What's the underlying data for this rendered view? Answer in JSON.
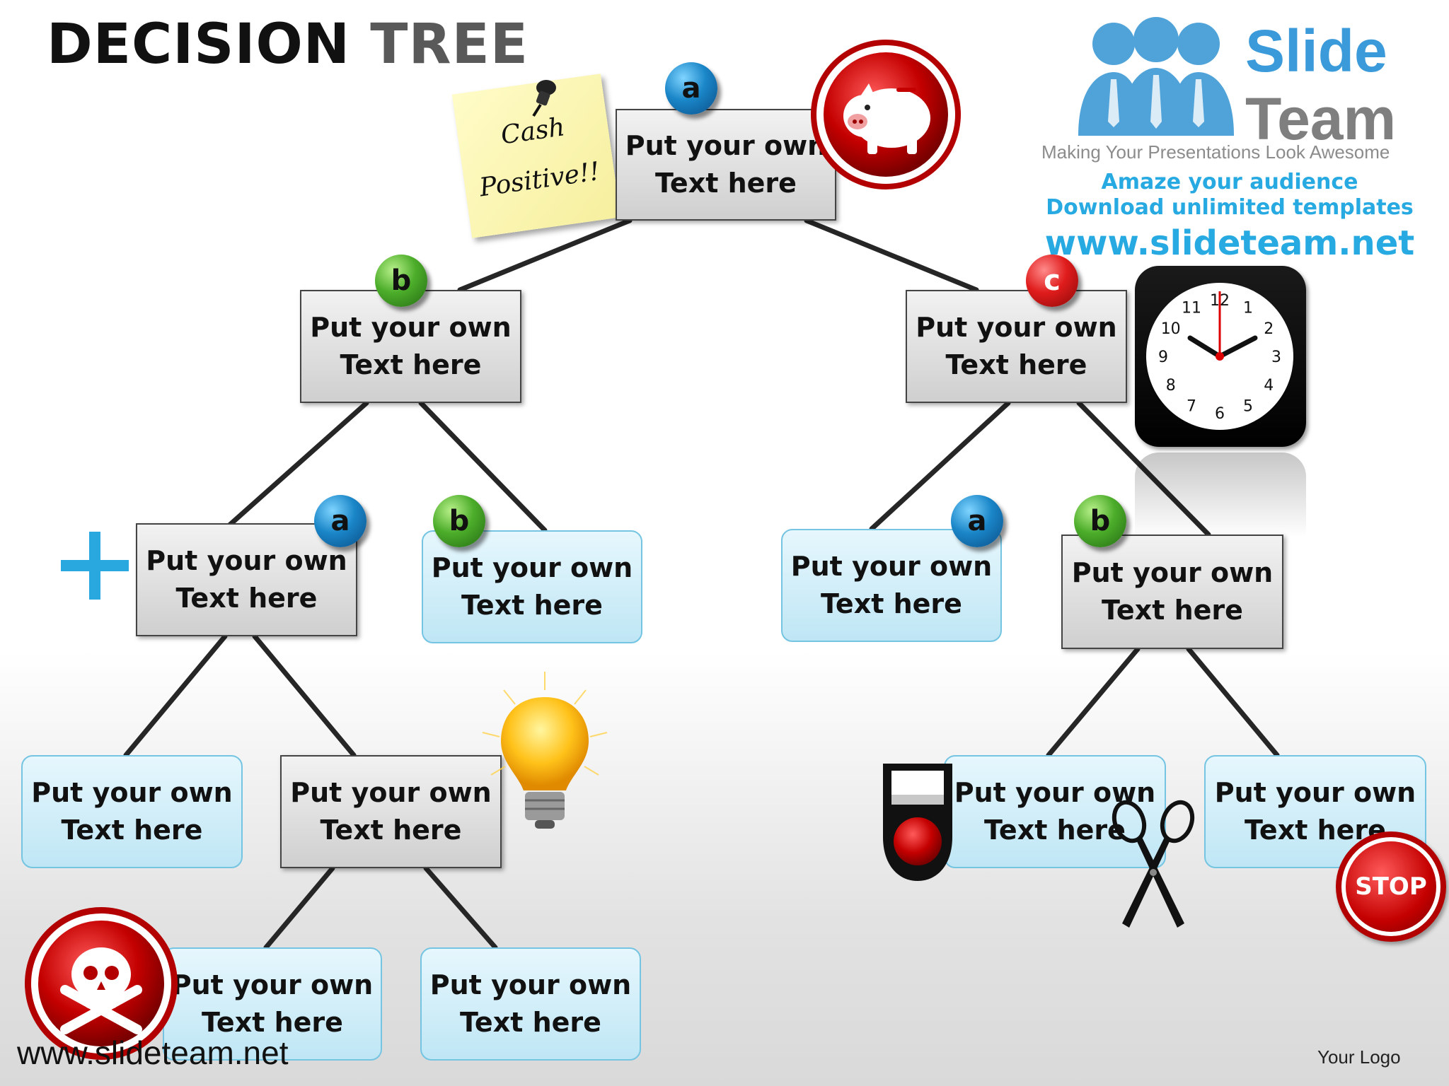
{
  "title": {
    "word1": "DECISION",
    "word2": "TREE"
  },
  "sticky_note": {
    "line1": "Cash",
    "line2": "Positive!!"
  },
  "brand": {
    "name_line1": "Slide",
    "name_line2": "Team",
    "tagline": "Making Your Presentations Look Awesome",
    "promo1": "Amaze your audience",
    "promo2": "Download unlimited templates",
    "url": "www.slideteam.net"
  },
  "nodes": {
    "root": {
      "line1": "Put your own",
      "line2": "Text here",
      "badge": "a"
    },
    "left": {
      "line1": "Put your own",
      "line2": "Text here",
      "badge": "b"
    },
    "right": {
      "line1": "Put your own",
      "line2": "Text here",
      "badge": "c"
    },
    "left_a": {
      "line1": "Put your own",
      "line2": "Text here",
      "badge": "a"
    },
    "left_b": {
      "line1": "Put your own",
      "line2": "Text here",
      "badge": "b"
    },
    "right_a": {
      "line1": "Put your own",
      "line2": "Text here",
      "badge": "a"
    },
    "right_b": {
      "line1": "Put your own",
      "line2": "Text here",
      "badge": "b"
    },
    "ll_leaf": {
      "line1": "Put your own",
      "line2": "Text here"
    },
    "lr_mid": {
      "line1": "Put your own",
      "line2": "Text here"
    },
    "lrl_leaf": {
      "line1": "Put your own",
      "line2": "Text here"
    },
    "lrr_leaf": {
      "line1": "Put your own",
      "line2": "Text here"
    },
    "rbl_leaf": {
      "line1": "Put your own",
      "line2": "Text here"
    },
    "rbr_leaf": {
      "line1": "Put your own",
      "line2": "Text here"
    }
  },
  "clock": {
    "numbers": [
      "12",
      "1",
      "2",
      "3",
      "4",
      "5",
      "6",
      "7",
      "8",
      "9",
      "10",
      "11"
    ],
    "time": "10:10"
  },
  "stop_sign": {
    "label": "STOP"
  },
  "footer": {
    "url": "www.slideteam.net",
    "logo": "Your Logo"
  },
  "colors": {
    "gray_box": "#d9d9d9",
    "blue_box": "#cdeefa",
    "badge_a": "#1a86c8",
    "badge_b": "#4cad2a",
    "badge_c": "#e01c1c",
    "brand_blue": "#27a9e1",
    "icon_red": "#c00000"
  },
  "icons": [
    "piggy-bank-icon",
    "clock-icon",
    "plus-icon",
    "light-bulb-icon",
    "skull-crossbones-icon",
    "record-button-icon",
    "scissors-icon",
    "stop-sign-icon",
    "pushpin-icon"
  ]
}
